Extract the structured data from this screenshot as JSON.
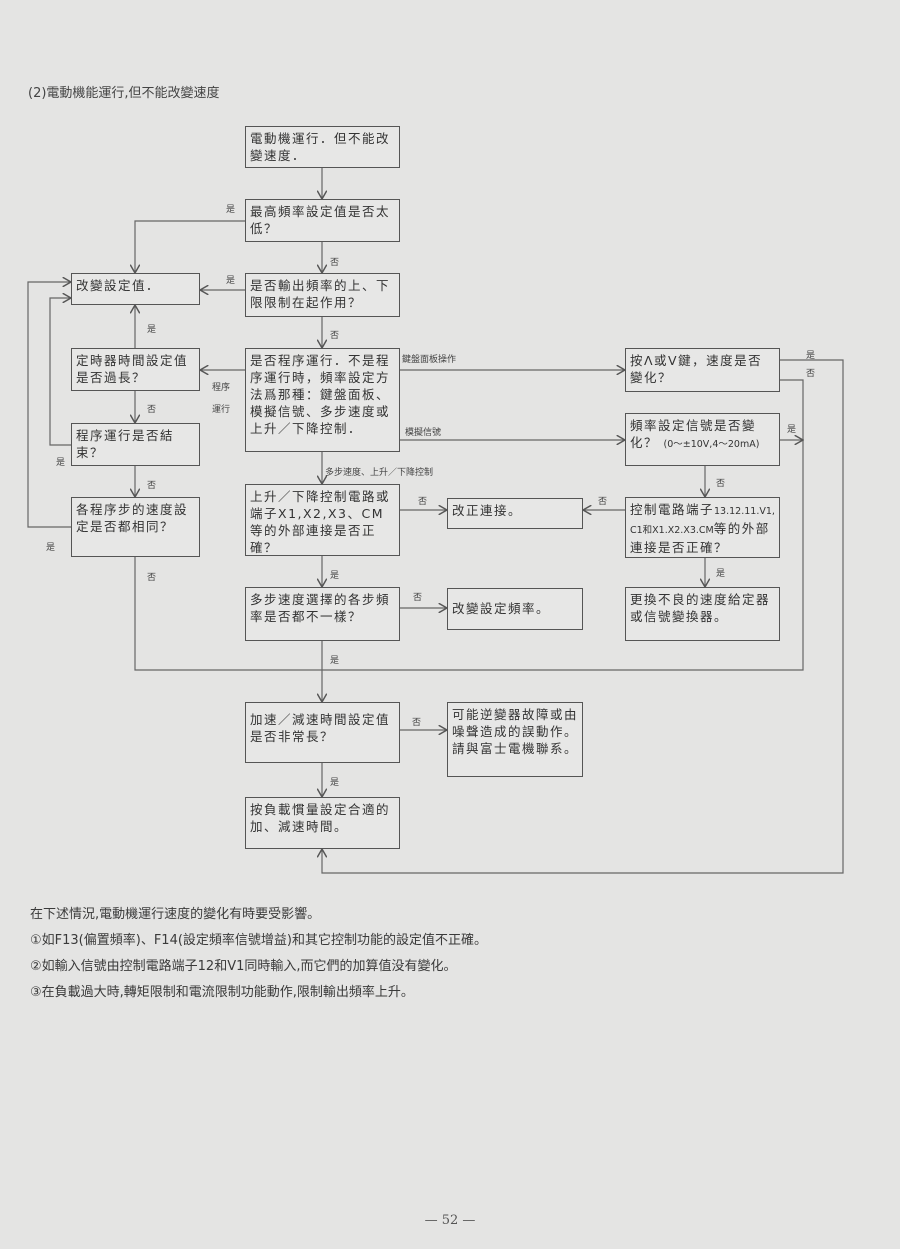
{
  "heading": "(2)電動機能運行,但不能改變速度",
  "boxes": {
    "start": "電動機運行．但不能改變速度．",
    "max_freq": "最高頻率設定值是否太低？",
    "limit": "是否輸出頻率的上、下限限制在起作用？",
    "program": "是否程序運行．不是程序運行時，頻率設定方法爲那種：鍵盤面板、模擬信號、多步速度或上升／下降控制．",
    "change_setting": "改變設定值．",
    "timer": "定時器時間設定值是否過長？",
    "program_end": "程序運行是否結束？",
    "steps_same": "各程序步的速度設定是否都相同？",
    "updown": "上升／下降控制電路或端子X1,X2,X3、CM等的外部連接是否正確？",
    "fix_connection": "改正連接。",
    "multistep": "多步速度選擇的各步頻率是否都不一樣？",
    "change_freq": "改變設定頻率。",
    "accel": "加速／減速時間設定值是否非常長？",
    "fault": "可能逆變器故障或由噪聲造成的誤動作。請與富士電機聯系。",
    "set_accel": "按負載慣量設定合適的加、減速時間。",
    "key": "按Λ或V鍵，速度是否變化？",
    "freq_signal": "頻率設定信號是否變化？",
    "freq_signal_range": "(0～±10V,4～20mA)",
    "terminals_a": "控制電路端子",
    "terminals_b": "13.12.11.V1,C1和X1.X2.X3.CM",
    "terminals_c": "等的外部連接是否正確？",
    "replace": "更換不良的速度給定器或信號變換器。"
  },
  "labels": {
    "yes": "是",
    "no": "否",
    "program_run_1": "程序",
    "program_run_2": "運行",
    "keypad": "鍵盤面板操作",
    "analog": "模擬信號",
    "multistep_updown": "多步速度、上升／下降控制"
  },
  "notes": [
    "在下述情況,電動機運行速度的變化有時要受影響。",
    "①如F13(偏置頻率)、F14(設定頻率信號增益)和其它控制功能的設定值不正確。",
    "②如輸入信號由控制電路端子12和V1同時輸入,而它們的加算值没有變化。",
    "③在負載過大時,轉矩限制和電流限制功能動作,限制輸出頻率上升。"
  ],
  "page_number": "— 52 —"
}
